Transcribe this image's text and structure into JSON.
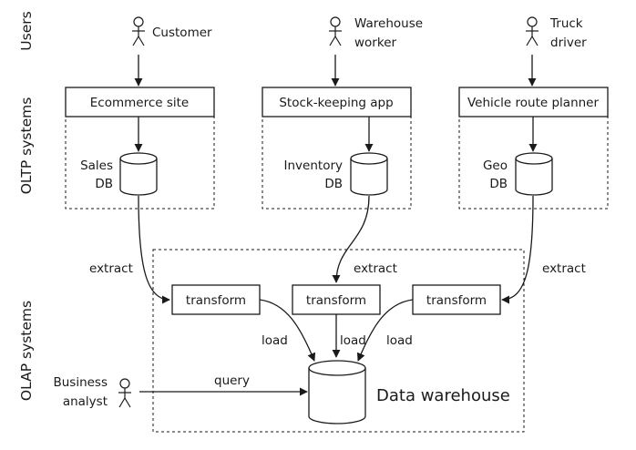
{
  "lanes": {
    "users": "Users",
    "oltp": "OLTP systems",
    "olap": "OLAP systems"
  },
  "users": {
    "customer": [
      "Customer"
    ],
    "warehouse_worker": [
      "Warehouse",
      "worker"
    ],
    "truck_driver": [
      "Truck",
      "driver"
    ],
    "business_analyst": [
      "Business",
      "analyst"
    ]
  },
  "apps": {
    "ecommerce": "Ecommerce site",
    "stock_keeping": "Stock-keeping app",
    "route_planner": "Vehicle route planner"
  },
  "databases": {
    "sales": [
      "Sales",
      "DB"
    ],
    "inventory": [
      "Inventory",
      "DB"
    ],
    "geo": [
      "Geo",
      "DB"
    ],
    "warehouse": "Data warehouse"
  },
  "etl": {
    "extract": "extract",
    "transform": "transform",
    "load": "load",
    "query": "query"
  }
}
